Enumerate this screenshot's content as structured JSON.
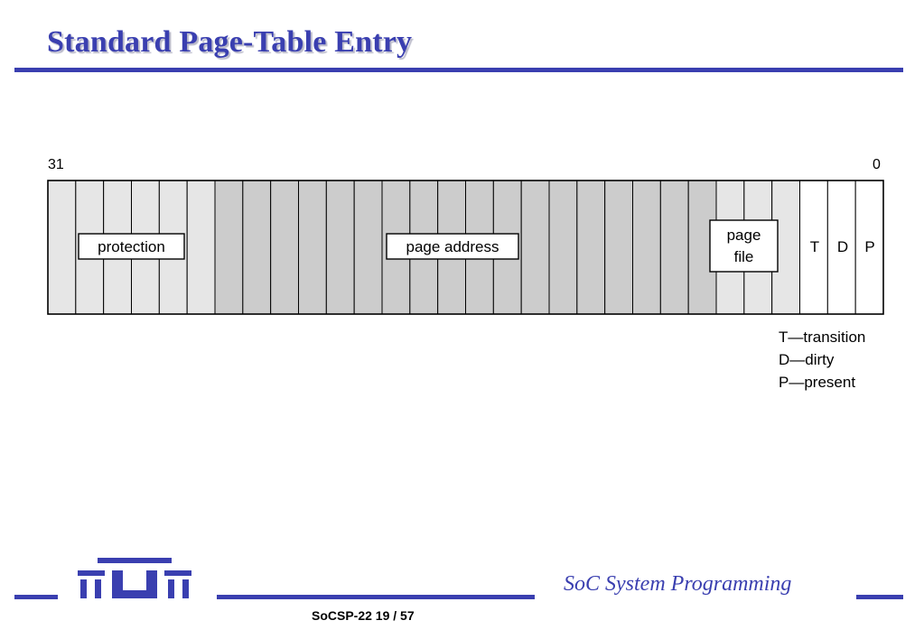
{
  "slide": {
    "title": "Standard Page-Table Entry"
  },
  "diagram": {
    "bit_high_label": "31",
    "bit_low_label": "0",
    "fields": {
      "protection": "protection",
      "page_address": "page address",
      "page_file_line1": "page",
      "page_file_line2": "file",
      "transition": "T",
      "dirty": "D",
      "present": "P"
    },
    "legend": [
      {
        "key": "T",
        "desc": "—transition"
      },
      {
        "key": "D",
        "desc": "—dirty"
      },
      {
        "key": "P",
        "desc": "—present"
      }
    ],
    "colors": {
      "light_gray": "#e6e6e6",
      "dark_gray": "#cccccc",
      "white": "#ffffff"
    }
  },
  "footer": {
    "logo_text": "TUT",
    "course": "SoC System Programming",
    "page_label": "SoCSP-22  19 / 57",
    "accent_color": "#3a3fb0"
  }
}
